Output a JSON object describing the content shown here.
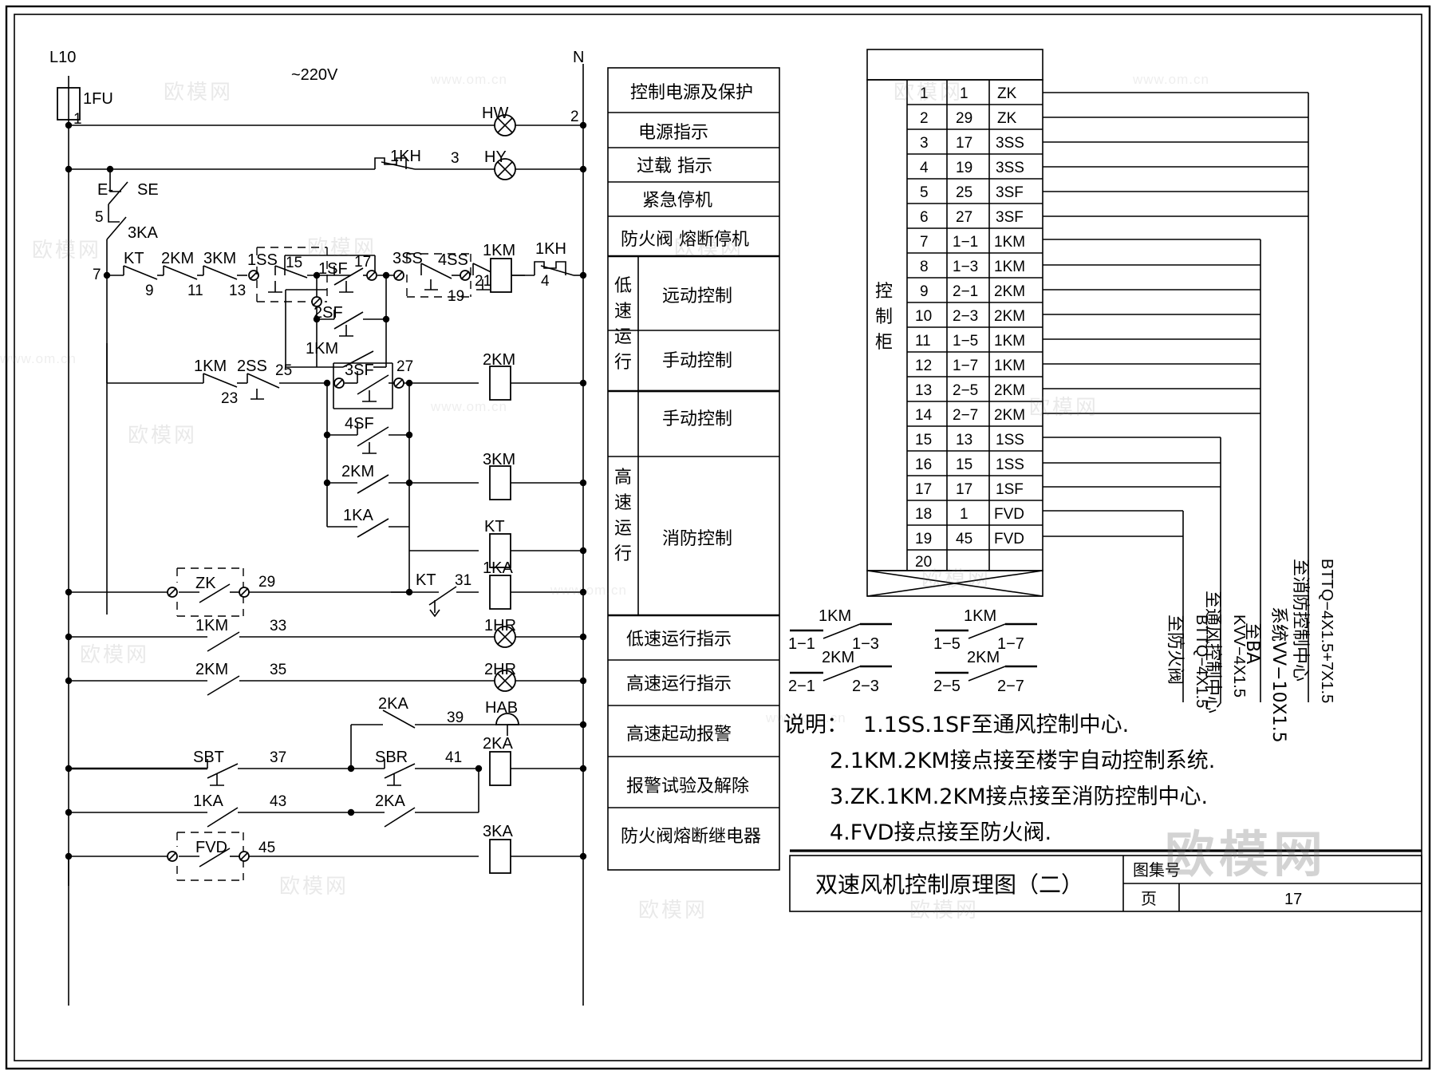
{
  "diagram": {
    "title": "双速风机控制原理图（二）",
    "supply_label": "~220V",
    "left_rail_label": "L10",
    "right_rail_label": "N",
    "fuse_label": "1FU"
  },
  "circuit": {
    "wire_numbers": [
      "1",
      "2",
      "3",
      "5",
      "7",
      "9",
      "11",
      "13",
      "15",
      "17",
      "19",
      "21",
      "23",
      "25",
      "27",
      "29",
      "31",
      "33",
      "35",
      "37",
      "39",
      "41",
      "43",
      "45",
      "4"
    ],
    "devices": [
      {
        "tag": "1FU",
        "type": "fuse"
      },
      {
        "tag": "HW",
        "type": "lamp"
      },
      {
        "tag": "HY",
        "type": "lamp"
      },
      {
        "tag": "1KH",
        "type": "thermal-contact"
      },
      {
        "tag": "SE",
        "type": "emergency-stop"
      },
      {
        "tag": "3KA",
        "type": "nc-contact"
      },
      {
        "tag": "KT",
        "type": "nc-contact"
      },
      {
        "tag": "2KM",
        "type": "nc-contact"
      },
      {
        "tag": "3KM",
        "type": "nc-contact"
      },
      {
        "tag": "1SS",
        "type": "switch-dashed"
      },
      {
        "tag": "1SF",
        "type": "no-button"
      },
      {
        "tag": "2SF",
        "type": "no-button"
      },
      {
        "tag": "1KM",
        "type": "no-contact"
      },
      {
        "tag": "3SS",
        "type": "switch-dashed"
      },
      {
        "tag": "4SS",
        "type": "switch"
      },
      {
        "tag": "1KM",
        "type": "coil"
      },
      {
        "tag": "2SS",
        "type": "switch"
      },
      {
        "tag": "3SF",
        "type": "no-button"
      },
      {
        "tag": "4SF",
        "type": "no-button"
      },
      {
        "tag": "1KA",
        "type": "no-contact"
      },
      {
        "tag": "2KM",
        "type": "coil"
      },
      {
        "tag": "3KM",
        "type": "coil"
      },
      {
        "tag": "KT",
        "type": "coil"
      },
      {
        "tag": "ZK",
        "type": "switch-dashed"
      },
      {
        "tag": "1KA",
        "type": "coil"
      },
      {
        "tag": "1HR",
        "type": "lamp"
      },
      {
        "tag": "2HR",
        "type": "lamp"
      },
      {
        "tag": "HAB",
        "type": "bell"
      },
      {
        "tag": "2KA",
        "type": "coil"
      },
      {
        "tag": "SBT",
        "type": "no-button"
      },
      {
        "tag": "SBR",
        "type": "no-button"
      },
      {
        "tag": "FVD",
        "type": "switch-dashed"
      },
      {
        "tag": "3KA",
        "type": "coil"
      }
    ]
  },
  "function_table": {
    "rows": [
      {
        "label": "控制电源及保护",
        "group": ""
      },
      {
        "label": "电源指示",
        "group": ""
      },
      {
        "label": "过载 指示",
        "group": ""
      },
      {
        "label": "紧急停机",
        "group": ""
      },
      {
        "label": "防火阀 熔断停机",
        "group": ""
      },
      {
        "label": "远动控制",
        "group": "低速运行"
      },
      {
        "label": "手动控制",
        "group": "低速运行"
      },
      {
        "label": "手动控制",
        "group": "高速运行"
      },
      {
        "label": "消防控制",
        "group": "高速运行"
      },
      {
        "label": "低速运行指示",
        "group": ""
      },
      {
        "label": "高速运行指示",
        "group": ""
      },
      {
        "label": "高速起动报警",
        "group": ""
      },
      {
        "label": "报警试验及解除",
        "group": ""
      },
      {
        "label": "防火阀熔断继电器",
        "group": ""
      }
    ],
    "group_low": "低速运行",
    "group_high": "高速运行"
  },
  "terminal_table": {
    "cabinet_label": "控制柜",
    "rows": [
      {
        "no": "1",
        "wire": "1",
        "dev": "ZK"
      },
      {
        "no": "2",
        "wire": "29",
        "dev": "ZK"
      },
      {
        "no": "3",
        "wire": "17",
        "dev": "3SS"
      },
      {
        "no": "4",
        "wire": "19",
        "dev": "3SS"
      },
      {
        "no": "5",
        "wire": "25",
        "dev": "3SF"
      },
      {
        "no": "6",
        "wire": "27",
        "dev": "3SF"
      },
      {
        "no": "7",
        "wire": "1−1",
        "dev": "1KM"
      },
      {
        "no": "8",
        "wire": "1−3",
        "dev": "1KM"
      },
      {
        "no": "9",
        "wire": "2−1",
        "dev": "2KM"
      },
      {
        "no": "10",
        "wire": "2−3",
        "dev": "2KM"
      },
      {
        "no": "11",
        "wire": "1−5",
        "dev": "1KM"
      },
      {
        "no": "12",
        "wire": "1−7",
        "dev": "1KM"
      },
      {
        "no": "13",
        "wire": "2−5",
        "dev": "2KM"
      },
      {
        "no": "14",
        "wire": "2−7",
        "dev": "2KM"
      },
      {
        "no": "15",
        "wire": "13",
        "dev": "1SS"
      },
      {
        "no": "16",
        "wire": "15",
        "dev": "1SS"
      },
      {
        "no": "17",
        "wire": "17",
        "dev": "1SF"
      },
      {
        "no": "18",
        "wire": "1",
        "dev": "FVD"
      },
      {
        "no": "19",
        "wire": "45",
        "dev": "FVD"
      },
      {
        "no": "20",
        "wire": "",
        "dev": ""
      }
    ]
  },
  "cable_labels": [
    {
      "text": "至防火阀 BTTQ−4X1.5"
    },
    {
      "text": "至通风控制中心 KVV−4X1.5"
    },
    {
      "text": "至BA 系统VV−10X1.5"
    },
    {
      "text": "至消防控制中心 BTTQ−4X1.5+7X1.5"
    }
  ],
  "contact_blocks": [
    {
      "top_tag": "1KM",
      "top_left": "1−1",
      "top_right": "1−3",
      "bot_tag": "2KM",
      "bot_left": "2−1",
      "bot_right": "2−3"
    },
    {
      "top_tag": "1KM",
      "top_left": "1−5",
      "top_right": "1−7",
      "bot_tag": "2KM",
      "bot_left": "2−5",
      "bot_right": "2−7"
    }
  ],
  "notes": {
    "heading": "说明：",
    "items": [
      "1.1SS.1SF至通风控制中心.",
      "2.1KM.2KM接点接至楼宇自动控制系统.",
      "3.ZK.1KM.2KM接点接至消防控制中心.",
      "4.FVD接点接至防火阀."
    ]
  },
  "title_block": {
    "title": "双速风机控制原理图（二）",
    "atlas_label": "图集号",
    "page_label": "页",
    "page_number": "17"
  },
  "watermarks": {
    "cn": "欧模网",
    "url": "www.om.cn",
    "url2": "www.omi.cn"
  }
}
